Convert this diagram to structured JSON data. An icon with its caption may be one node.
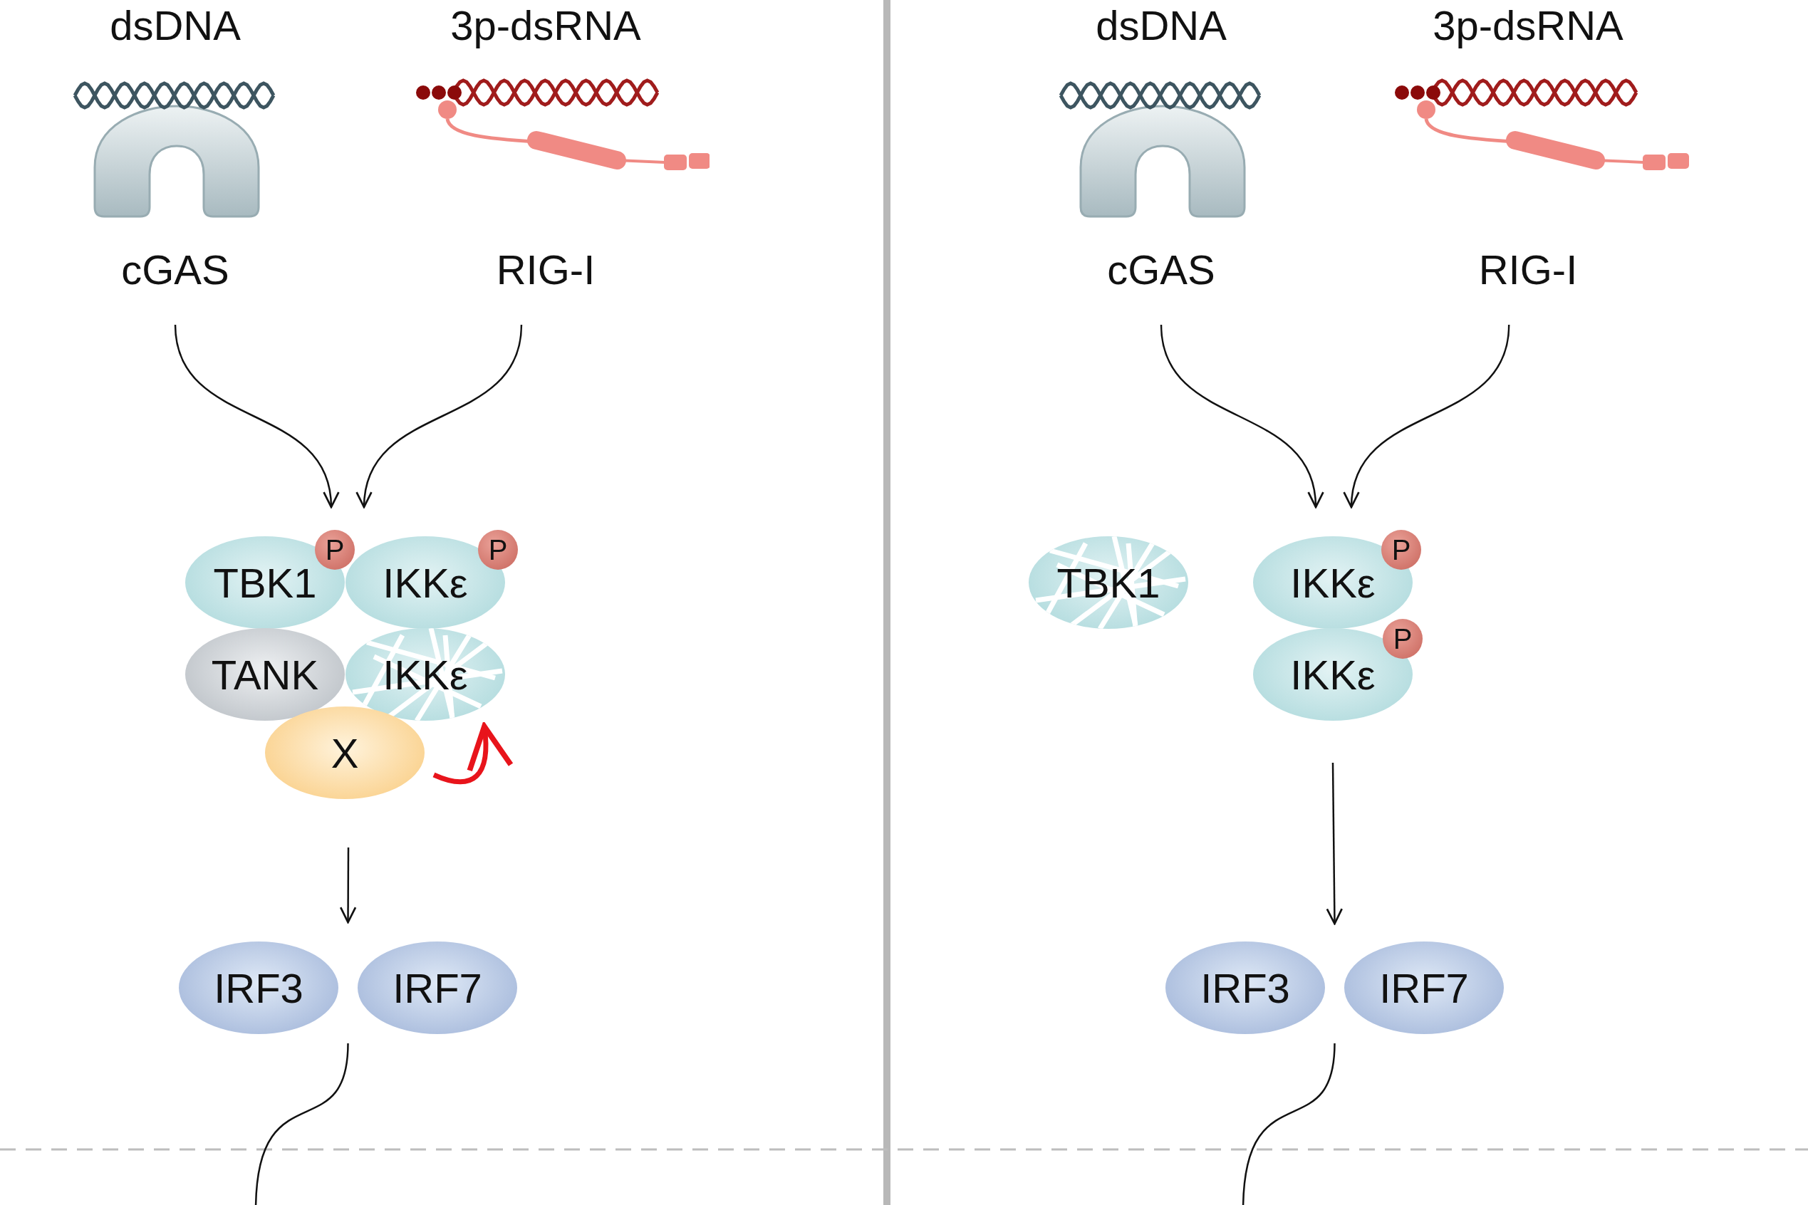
{
  "diagram": {
    "nodes": [
      {
        "text": [
          "dsDNA",
          "cGAS"
        ]
      },
      {
        "text": [
          "3p-dsRNA",
          "RIG-I"
        ]
      },
      {
        "text": [
          "TBK1"
        ]
      },
      {
        "text": [
          "P"
        ]
      },
      {
        "text": [
          "IKKε"
        ]
      },
      {
        "text": [
          "P"
        ]
      },
      {
        "text": [
          "TANK"
        ]
      },
      {
        "text": [
          "IKKε"
        ]
      },
      {
        "text": [
          "X"
        ]
      },
      {
        "text": [
          "IRF3"
        ]
      },
      {
        "text": [
          "IRF7"
        ]
      },
      {
        "text": [
          "dsDNA",
          "cGAS"
        ]
      },
      {
        "text": [
          "3p-dsRNA",
          "RIG-I"
        ]
      },
      {
        "text": [
          "TBK1"
        ]
      },
      {
        "text": [
          "IKKε"
        ]
      },
      {
        "text": [
          "P"
        ]
      },
      {
        "text": [
          "IKKε"
        ]
      },
      {
        "text": [
          "P"
        ]
      },
      {
        "text": [
          "IRF3"
        ]
      },
      {
        "text": [
          "IRF7"
        ]
      }
    ],
    "edges": [
      {
        "from": 0,
        "to": 2,
        "arrow": "to"
      },
      {
        "from": 1,
        "to": 4,
        "arrow": "to"
      },
      {
        "from": 8,
        "to": 7,
        "arrow": "to",
        "color": "#e8141b",
        "style": "thick"
      },
      {
        "from": 8,
        "to": 9,
        "arrow": "to"
      },
      {
        "from": 8,
        "to": 10,
        "arrow": "to"
      },
      {
        "from": 9,
        "to": null,
        "arrow": "none"
      },
      {
        "from": 10,
        "to": null,
        "arrow": "none"
      },
      {
        "from": 11,
        "to": 14,
        "arrow": "to"
      },
      {
        "from": 12,
        "to": 14,
        "arrow": "to"
      },
      {
        "from": 16,
        "to": 18,
        "arrow": "to"
      },
      {
        "from": 16,
        "to": 19,
        "arrow": "to"
      },
      {
        "from": 18,
        "to": null,
        "arrow": "none"
      },
      {
        "from": 19,
        "to": null,
        "arrow": "none"
      }
    ]
  }
}
